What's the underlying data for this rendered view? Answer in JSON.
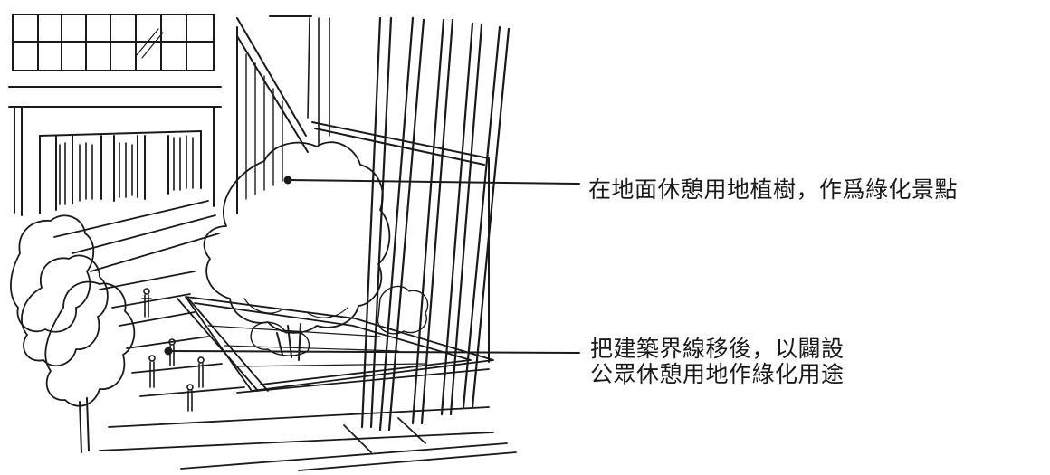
{
  "colors": {
    "ink": "#1a1a1a",
    "paper": "#ffffff"
  },
  "callouts": [
    {
      "lines": [
        "在地面休憩用地植樹，作爲綠化景點"
      ]
    },
    {
      "lines": [
        "把建築界線移後，以闢設",
        "公眾休憩用地作綠化用途"
      ]
    }
  ]
}
